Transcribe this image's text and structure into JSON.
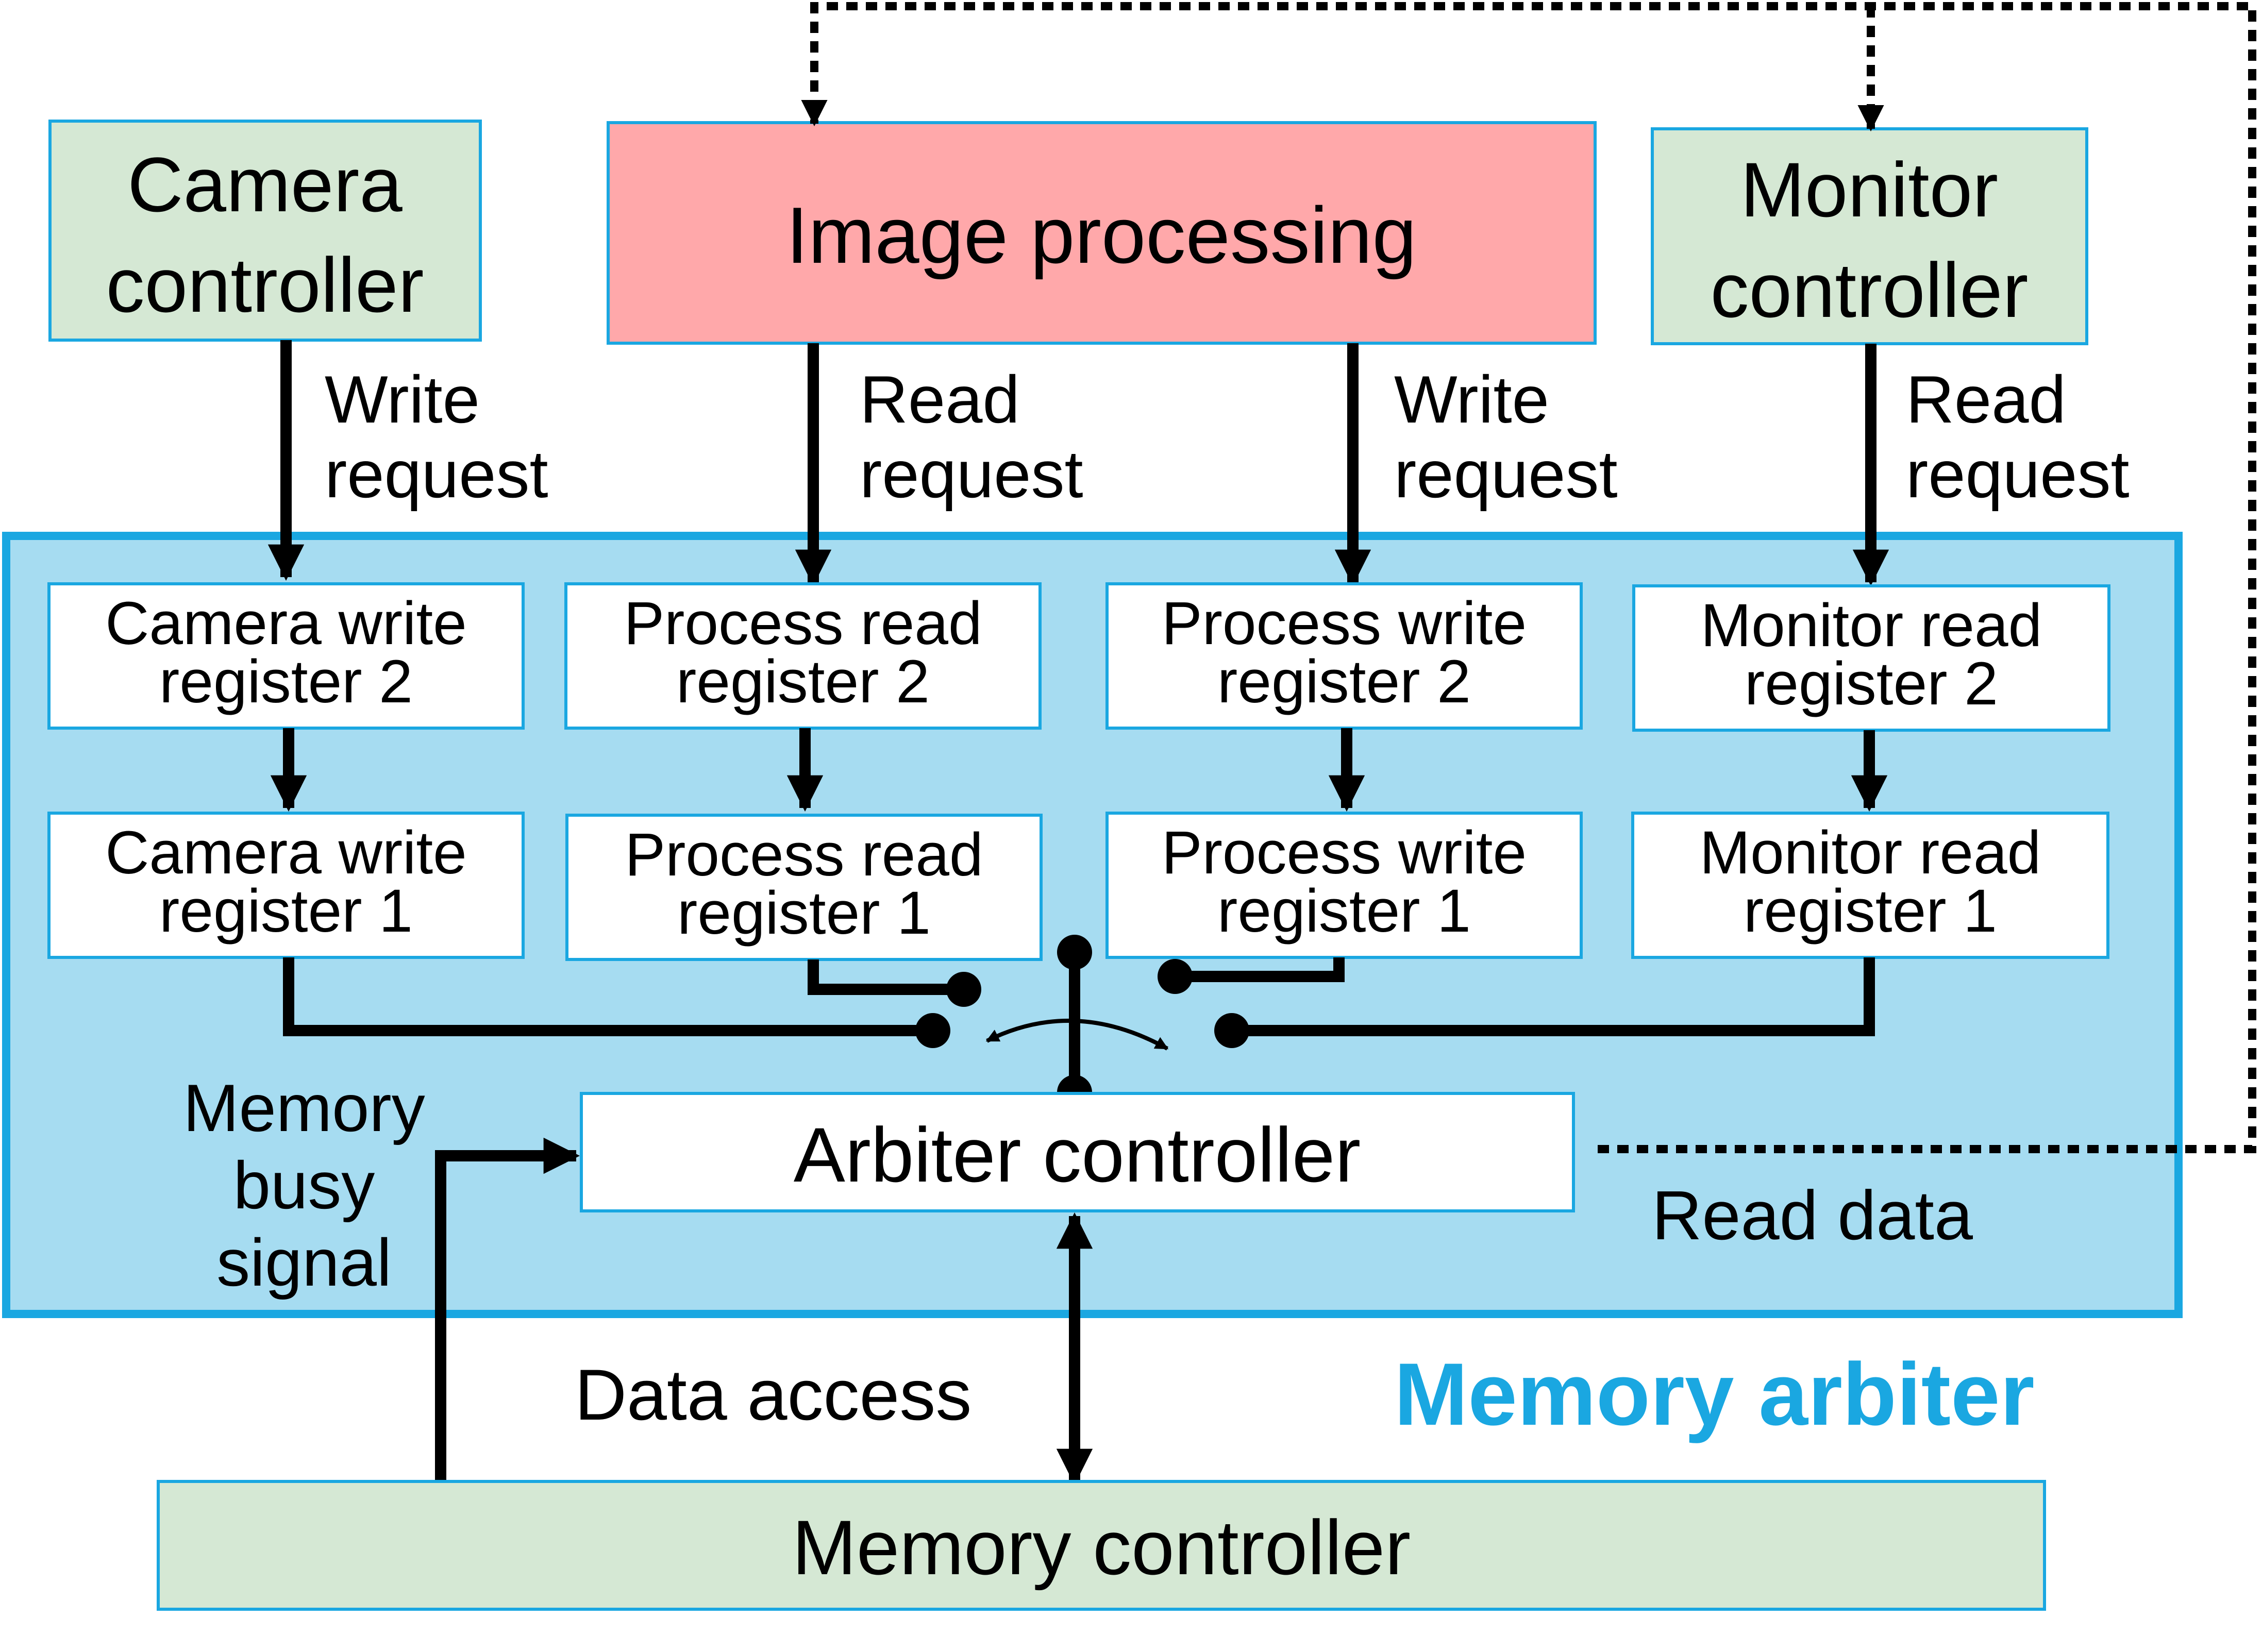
{
  "colors": {
    "controller_fill": "#d5e8d4",
    "controller_border": "#1aa7e1",
    "processing_fill": "#ffa8aa",
    "arbiter_fill": "#a6dcf1",
    "arbiter_border": "#1aa7e1",
    "register_fill": "#ffffff",
    "line": "#000000",
    "title_color": "#1aa7e1"
  },
  "blocks": {
    "camera_controller": [
      "Camera",
      "controller"
    ],
    "image_processing": "Image processing",
    "monitor_controller": [
      "Monitor",
      "controller"
    ],
    "memory_controller": "Memory controller",
    "arbiter_controller": "Arbiter controller"
  },
  "registers": {
    "camera_write_2": [
      "Camera write",
      "register 2"
    ],
    "process_read_2": [
      "Process read",
      "register 2"
    ],
    "process_write_2": [
      "Process write",
      "register 2"
    ],
    "monitor_read_2": [
      "Monitor read",
      "register 2"
    ],
    "camera_write_1": [
      "Camera write",
      "register 1"
    ],
    "process_read_1": [
      "Process read",
      "register 1"
    ],
    "process_write_1": [
      "Process write",
      "register 1"
    ],
    "monitor_read_1": [
      "Monitor read",
      "register 1"
    ]
  },
  "labels": {
    "camera_write_request": [
      "Write",
      "request"
    ],
    "process_read_request": [
      "Read",
      "request"
    ],
    "process_write_request": [
      "Write",
      "request"
    ],
    "monitor_read_request": [
      "Read",
      "request"
    ],
    "memory_busy_signal": [
      "Memory",
      "busy",
      "signal"
    ],
    "read_data": "Read data",
    "data_access": "Data access",
    "memory_arbiter": "Memory arbiter"
  }
}
